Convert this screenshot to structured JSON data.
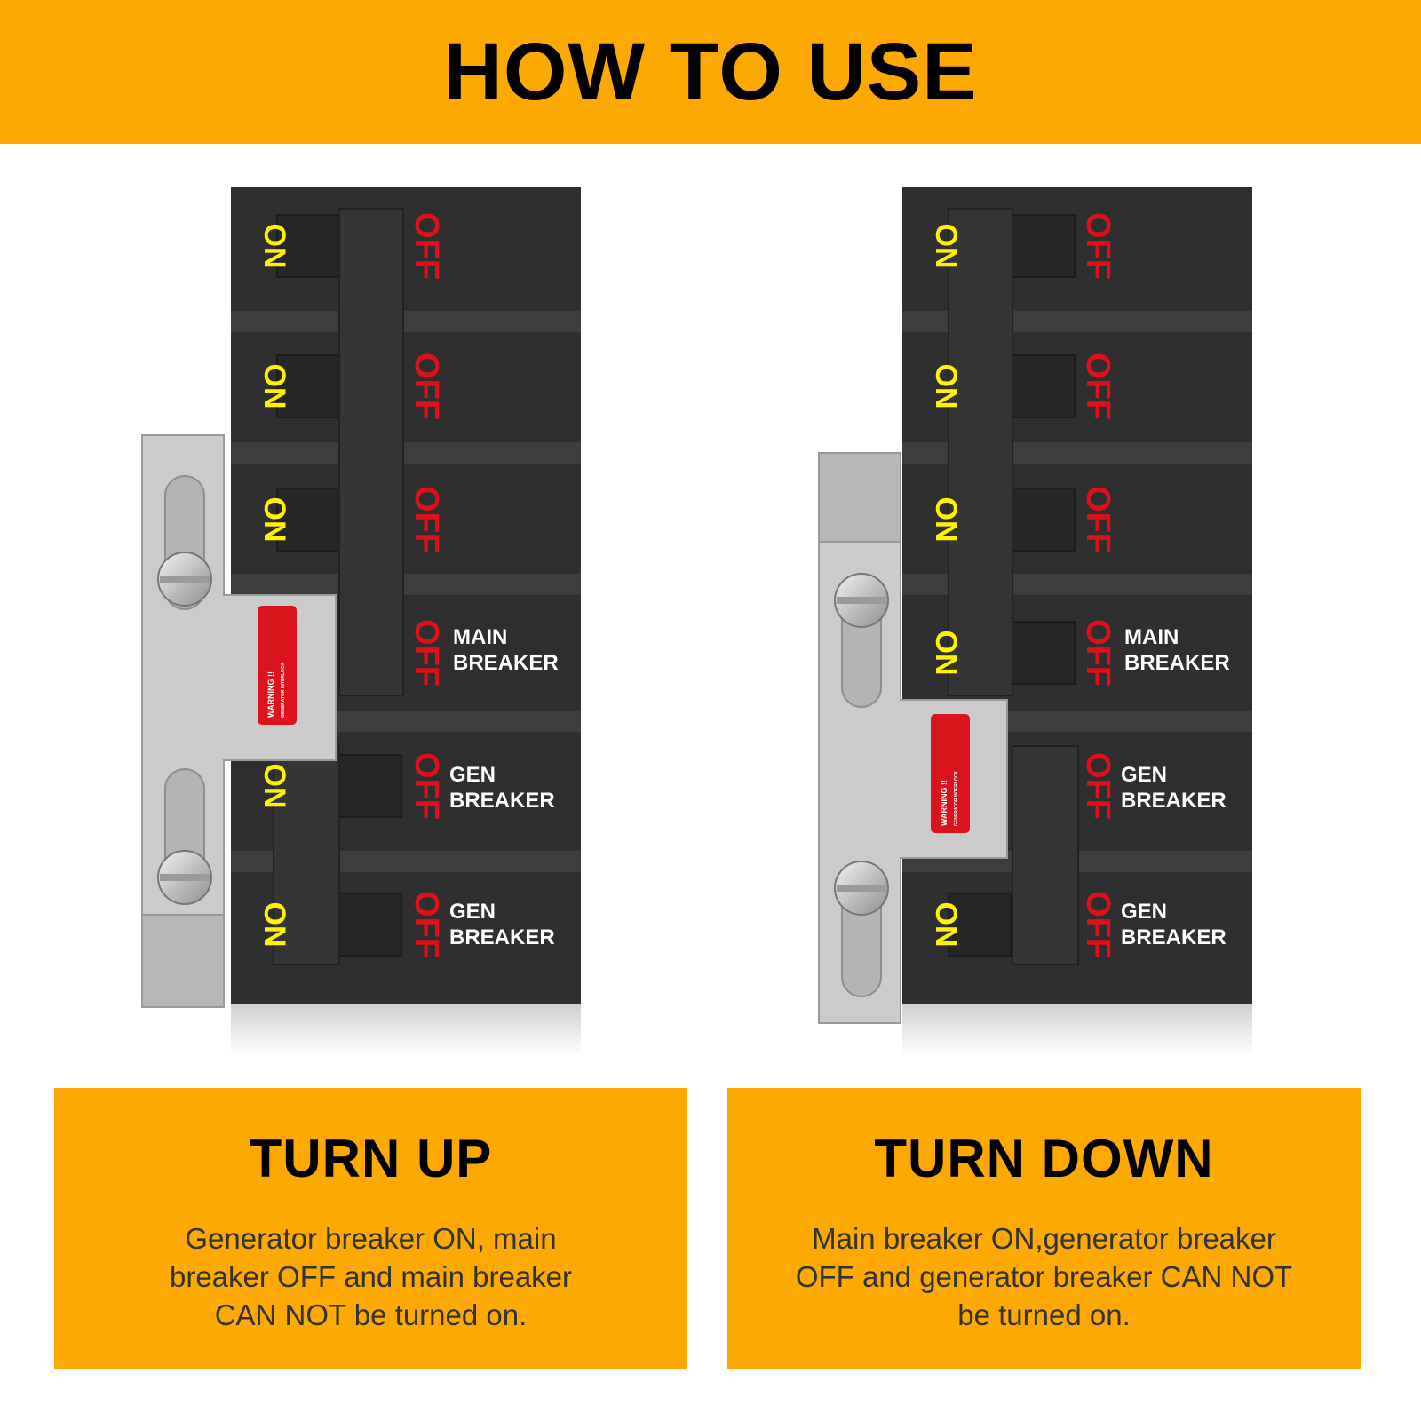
{
  "header": {
    "title": "HOW TO USE"
  },
  "panel_labels": {
    "on": "ON",
    "off": "OFF",
    "main_breaker": [
      "MAIN",
      "BREAKER"
    ],
    "gen_breaker": [
      "GEN",
      "BREAKER"
    ],
    "warning_title": "WARNING !!",
    "warning_sub": "GENERATOR INTERLOCK"
  },
  "left": {
    "title": "TURN UP",
    "description": "Generator breaker ON, main breaker OFF and main breaker CAN NOT be turned on."
  },
  "right": {
    "title": "TURN DOWN",
    "description": "Main breaker ON,generator breaker OFF and generator breaker CAN NOT be turned on."
  },
  "colors": {
    "accent": "#FCA904",
    "panel": "#2f2f2f",
    "on_text": "#FFF200",
    "off_text": "#E0101A",
    "plate": "#c9c9c9",
    "warning": "#D9141C"
  }
}
